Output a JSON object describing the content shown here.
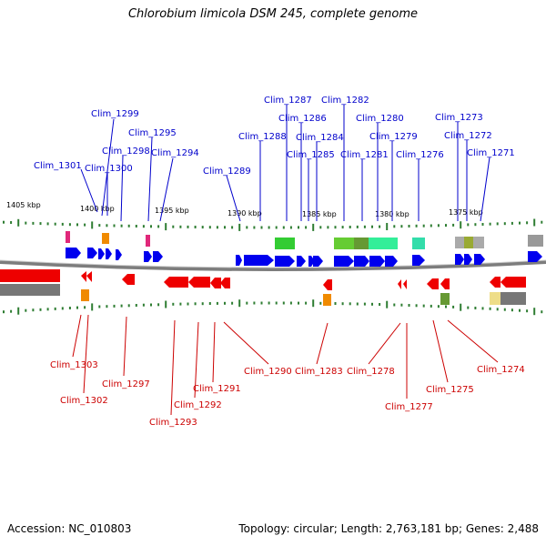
{
  "title": "Chlorobium limicola DSM 245, complete genome",
  "footer": {
    "accession": "Accession: NC_010803",
    "summary": "Topology: circular; Length: 2,763,181 bp; Genes: 2,488"
  },
  "scale_labels": [
    "1405 kbp",
    "1400 kbp",
    "1395 kbp",
    "1390 kbp",
    "1385 kbp",
    "1380 kbp",
    "1375 kbp"
  ],
  "top_labels": [
    "Clim_1301",
    "Clim_1300",
    "Clim_1299",
    "Clim_1298",
    "Clim_1295",
    "Clim_1294",
    "Clim_1289",
    "Clim_1288",
    "Clim_1287",
    "Clim_1286",
    "Clim_1285",
    "Clim_1284",
    "Clim_1282",
    "Clim_1281",
    "Clim_1280",
    "Clim_1279",
    "Clim_1276",
    "Clim_1273",
    "Clim_1272",
    "Clim_1271"
  ],
  "bottom_labels": [
    "Clim_1303",
    "Clim_1302",
    "Clim_1297",
    "Clim_1293",
    "Clim_1292",
    "Clim_1291",
    "Clim_1290",
    "Clim_1283",
    "Clim_1278",
    "Clim_1277",
    "Clim_1275",
    "Clim_1274"
  ],
  "colors": {
    "forward_gene": "#0000ee",
    "reverse_gene": "#ee0000",
    "backbone": "#888888",
    "tick": "#2e7d32",
    "top_label": "#0000cc",
    "bottom_label": "#cc0000"
  }
}
